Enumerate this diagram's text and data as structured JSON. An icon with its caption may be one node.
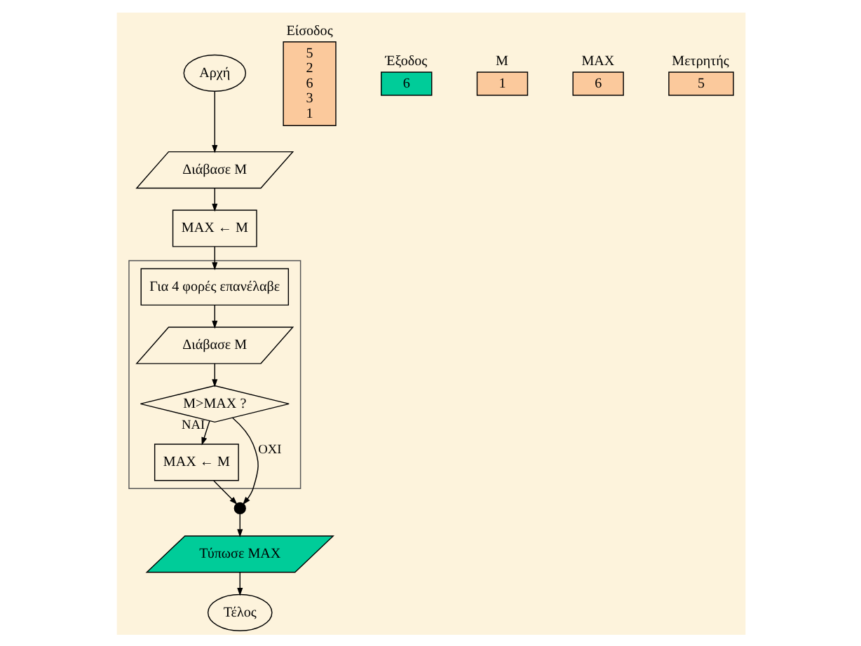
{
  "diagram": {
    "nodes": [
      {
        "text": [
          "Αρχή"
        ]
      },
      {
        "text": [
          "Διάβασε Μ"
        ]
      },
      {
        "text": [
          "MAX ← M"
        ]
      },
      {
        "text": [],
        "shape": "box"
      },
      {
        "text": [
          "Για 4 φορές επανέλαβε"
        ],
        "in": 3
      },
      {
        "text": [
          "Διάβασε Μ"
        ],
        "in": 3
      },
      {
        "text": [
          "M>MAX ?"
        ],
        "in": 3
      },
      {
        "text": [
          "MAX ← M"
        ],
        "in": 3
      },
      {
        "text": [],
        "shape": "circle"
      },
      {
        "text": [
          "Τύπωσε MAX"
        ]
      },
      {
        "text": [
          "Τέλος"
        ]
      },
      {
        "text": [
          "Είσοδος",
          "5 2 6 3 1"
        ]
      },
      {
        "text": [
          "Έξοδος",
          "6"
        ]
      },
      {
        "text": [
          "Μ",
          "1"
        ]
      },
      {
        "text": [
          "MAX",
          "6"
        ]
      },
      {
        "text": [
          "Μετρητής",
          "5"
        ]
      }
    ],
    "edges": [
      {
        "from": 0,
        "to": 1,
        "arrow": "to"
      },
      {
        "from": 1,
        "to": 2,
        "arrow": "to"
      },
      {
        "from": 2,
        "to": 4,
        "arrow": "to"
      },
      {
        "from": 4,
        "to": 5,
        "arrow": "to"
      },
      {
        "from": 5,
        "to": 6,
        "arrow": "to"
      },
      {
        "from": 6,
        "to": 7,
        "arrow": "to",
        "label": "ΝΑΙ"
      },
      {
        "from": 6,
        "to": 8,
        "arrow": "to",
        "label": "ΟΧΙ"
      },
      {
        "from": 7,
        "to": 8,
        "arrow": "to"
      },
      {
        "from": 8,
        "to": 9,
        "arrow": "to"
      },
      {
        "from": 9,
        "to": 10,
        "arrow": "to"
      }
    ]
  }
}
